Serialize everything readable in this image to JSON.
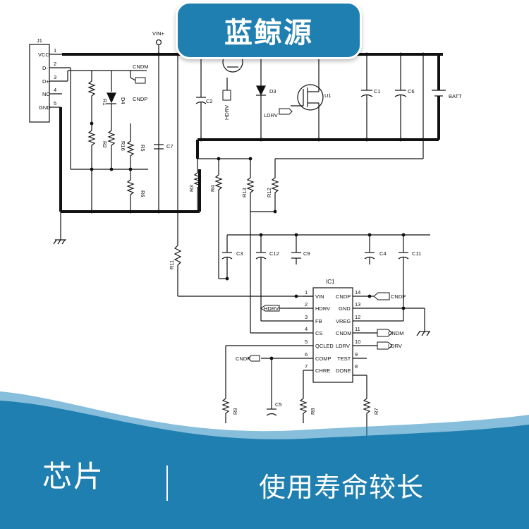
{
  "brand": {
    "name": "蓝鲸源",
    "color": "#1f7fb0"
  },
  "caption": {
    "left": "芯片",
    "right": "使用寿命较长"
  },
  "schematic": {
    "connector": {
      "ref": "J1",
      "pins": [
        "VCC",
        "D-",
        "D+",
        "NC",
        "GND"
      ],
      "numbers": [
        "1",
        "2",
        "3",
        "4",
        "5"
      ]
    },
    "net_labels": {
      "vin": "VIN+",
      "cndm": "CNDM",
      "cndp": "CNDP",
      "hdrv": "HDRV",
      "ldrv": "LDRV",
      "batt": "BATT"
    },
    "parts": {
      "r1": "R1",
      "r2": "R2",
      "r16": "R16",
      "r5": "R5",
      "r6": "R6",
      "d4": "D4",
      "d3": "D3",
      "u1": "U1",
      "c1": "C1",
      "c2": "C2",
      "c6": "C6",
      "c7": "C7",
      "r3": "R3",
      "r4": "R4",
      "r13": "R13",
      "r12": "R12",
      "r11": "R11",
      "c3": "C3",
      "c12": "C12",
      "c9": "C9",
      "c4": "C4",
      "c11": "C11",
      "r9": "R9",
      "c5": "C5",
      "r8": "R8",
      "r7": "R7"
    },
    "ic": {
      "ref": "IC1",
      "left_pins": [
        {
          "num": "1",
          "name": "VIN"
        },
        {
          "num": "2",
          "name": "HDRV"
        },
        {
          "num": "3",
          "name": "FB"
        },
        {
          "num": "4",
          "name": "CS"
        },
        {
          "num": "5",
          "name": "QCLED"
        },
        {
          "num": "6",
          "name": "COMP"
        },
        {
          "num": "7",
          "name": "CHRE"
        }
      ],
      "right_pins": [
        {
          "num": "14",
          "name": "CNDP"
        },
        {
          "num": "13",
          "name": "GND"
        },
        {
          "num": "12",
          "name": "VREG"
        },
        {
          "num": "11",
          "name": "CNDM"
        },
        {
          "num": "10",
          "name": "LDRV"
        },
        {
          "num": "9",
          "name": "TEST"
        },
        {
          "num": "8",
          "name": "DONE"
        }
      ]
    }
  }
}
